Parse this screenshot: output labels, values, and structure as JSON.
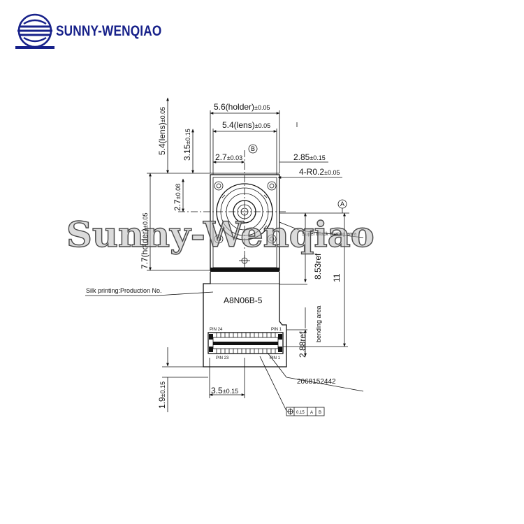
{
  "brand": {
    "name": "SUNNY-WENQIAO",
    "color": "#17218a"
  },
  "watermark": "Sunny-Wenqiao",
  "drawing": {
    "dim_holder_width": "5.6(holder)",
    "dim_holder_width_tol": "±0.05",
    "dim_lens_width": "5.4(lens)",
    "dim_lens_width_tol": "±0.05",
    "dim_lens_center_x": "2.7",
    "dim_lens_center_x_tol": "±0.03",
    "datum_b": "B",
    "dim_right_offset": "2.85",
    "dim_right_offset_tol": "±0.15",
    "dim_corner_radius": "4-R0.2",
    "dim_corner_radius_tol": "±0.05",
    "datum_a": "A",
    "dim_lens_height": "5.4(lens)",
    "dim_lens_height_tol": "±0.05",
    "dim_lens_top_offset": "3.15",
    "dim_lens_top_offset_tol": "±0.15",
    "dim_lens_center_y": "2.7",
    "dim_lens_center_y_tol": "±0.08",
    "dim_holder_height": "7.7(holder)",
    "dim_holder_height_tol": "±0.05",
    "label_super_black": "Super Black coating area",
    "dim_ref_853": "8.53ref",
    "dim_overall": "11",
    "label_silk_printing": "Silk printing:Production No.",
    "production_no": "A8N06B-5",
    "label_bending_area": "bending area",
    "dim_ref_288": "2.88ref",
    "pin_top_left": "PIN 24",
    "pin_top_right": "PIN 1",
    "pin_bottom_left": "PIN 23",
    "pin_bottom_right": "PIN 1",
    "connector_part": "2068152442",
    "dim_connector_width": "3.5",
    "dim_connector_width_tol": "±0.15",
    "dim_connector_height": "1.9",
    "dim_connector_height_tol": "±0.15",
    "tolerance_frame": {
      "value": "0.15",
      "ref1": "A",
      "ref2": "B"
    }
  }
}
